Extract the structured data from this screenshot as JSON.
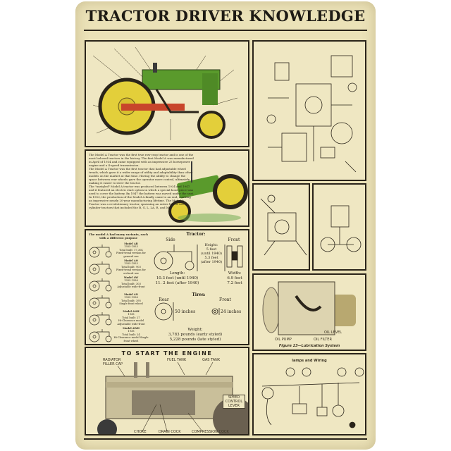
{
  "title": "TRACTOR DRIVER KNOWLEDGE",
  "history": {
    "paragraphs": [
      "The Model A Tractor was the first true row-crop tractor and is one of the most beloved tractors in the history. The first Model A was manufactured in April of 1934 and came equipped with an impressive 25 horsepower engine and a 4-speed transmission.",
      "The Model A Tractor was the first tractor that had adjustable wheel treads, which gave it a wider range of utility and adaptability than other models on the market at that time. Having the ability to change the space between rear wheels gave the operator more control, ultimately making it easier to steer the tractor.",
      "The \"unstyled\" Model A tractor was produced between 1934 and 1947, and it featured an electric start option in which a special hood piece was used to cover the battery. By 1947 the battery was moved under the seat.",
      "In 1953, the production of the Model A finally came to an end, marking an impressive nearly 20-year manufacturing lifetime. The Model A Tractor was a revolutionary tractor, spawning an entire line of two-cylinder tractors that included the B, G, L, LA, R, and M."
    ]
  },
  "variants": {
    "intro": "The model A had many variants, each with a different purpose",
    "items": [
      {
        "name": "Model AR",
        "years": "1935-1953",
        "built": "Total built: 17,304",
        "desc": "Fixed-tread version for general use"
      },
      {
        "name": "Model AO",
        "years": "1935-1953",
        "built": "Total built: 903",
        "desc": "Fixed-tread version for orchard use"
      },
      {
        "name": "Model AW",
        "years": "1935-1936",
        "built": "Total built: 303",
        "desc": "Adjustable wide-front"
      },
      {
        "name": "Model AN",
        "years": "1935-1936",
        "built": "Total built: 395",
        "desc": "Single front wheel"
      },
      {
        "name": "Model ANH",
        "years": "1938",
        "built": "Total built: 27",
        "desc": "Hi-Clearance model Adjustable wide-front"
      },
      {
        "name": "Model AWH",
        "years": "1938",
        "built": "Total built: 24",
        "desc": "Hi-Clearance model Single front wheel"
      }
    ]
  },
  "specs": {
    "tractor_label": "Tractor:",
    "side_label": "Side",
    "front_label": "Front",
    "height": [
      "Height:",
      "5 feet",
      "(until 1940)",
      "5.3 feet",
      "(after 1940)"
    ],
    "length": [
      "Length:",
      "10.3 feet (until 1940)",
      "11. 2 feet (after 1940)"
    ],
    "width": [
      "Width:",
      "6.9 feet",
      "7.2 feet"
    ],
    "tires_label": "Tires:",
    "rear_label": "Rear",
    "tire_front_label": "Front",
    "rear_size": "50 inches",
    "front_size": "24 inches",
    "weight": [
      "Weight:",
      "3,783 pounds (early styled)",
      "5,228 pounds (late styled)"
    ]
  },
  "engine": {
    "title": "TO START THE ENGINE",
    "labels": {
      "radiator": "RADIATOR FILLER CAP",
      "fuel": "FUEL TANK",
      "gas": "GAS TANK",
      "speed": "SPEED CONTROL LEVER",
      "choke": "CHOKE",
      "drain": "DRAIN COCK",
      "compression": "COMPRESSION COCK"
    }
  },
  "lubrication": {
    "oil_level": "OIL LEVEL",
    "oil_pump": "OIL PUMP",
    "oil_filter": "OIL FILTER",
    "caption": "Figure 23—Lubrication System"
  },
  "wiring": {
    "title": "lamps and Wiring"
  },
  "colors": {
    "paper": "#ebe2b8",
    "ink": "#2a241a",
    "tractor_green": "#5a9a2c",
    "wheel_yellow": "#e3cf3a",
    "frame_red": "#c8452b"
  }
}
